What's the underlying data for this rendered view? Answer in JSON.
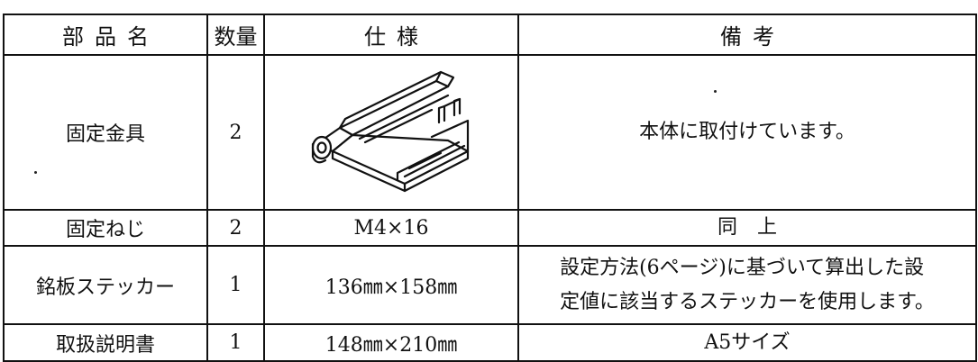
{
  "table": {
    "headers": {
      "name": "部品名",
      "quantity": "数量",
      "spec": "仕様",
      "remarks": "備考"
    },
    "rows": [
      {
        "name": "固定金具",
        "quantity": "2",
        "spec_icon": "mounting-bracket-illustration",
        "remarks": "本体に取付けています。"
      },
      {
        "name": "固定ねじ",
        "quantity": "2",
        "spec": "M4×16",
        "remarks": "同　上"
      },
      {
        "name": "銘板ステッカー",
        "quantity": "1",
        "spec": "136㎜×158㎜",
        "remarks_lines": [
          "設定方法(6ページ)に基づいて算出した設",
          "定値に該当するステッカーを使用します。"
        ]
      },
      {
        "name": "取扱説明書",
        "quantity": "1",
        "spec": "148㎜×210㎜",
        "remarks": "A5サイズ"
      }
    ]
  }
}
